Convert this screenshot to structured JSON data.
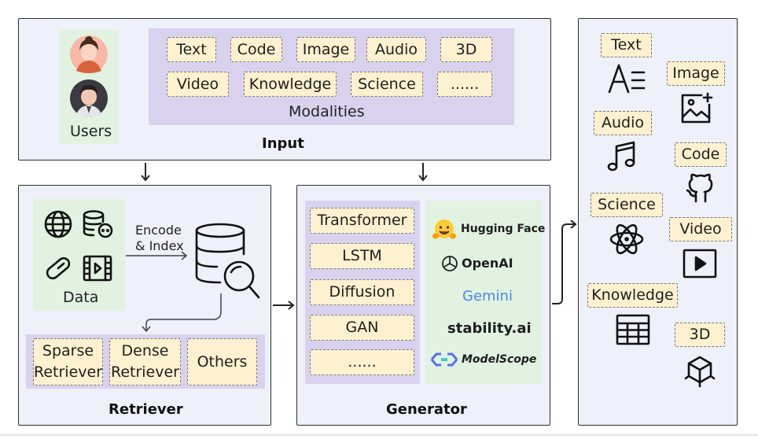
{
  "input": {
    "title": "Input",
    "users_label": "Users",
    "modalities_label": "Modalities",
    "modalities": [
      "Text",
      "Code",
      "Image",
      "Audio",
      "3D",
      "Video",
      "Knowledge",
      "Science",
      "......"
    ]
  },
  "retriever": {
    "title": "Retriever",
    "data_label": "Data",
    "encode_label": "Encode\n& Index",
    "retrievers": [
      "Sparse\nRetriever",
      "Dense\nRetriever",
      "Others"
    ]
  },
  "generator": {
    "title": "Generator",
    "models": [
      "Transformer",
      "LSTM",
      "Diffusion",
      "GAN",
      "......"
    ],
    "brands": [
      "Hugging Face",
      "OpenAI",
      "Gemini",
      "stability.ai",
      "ModelScope"
    ]
  },
  "output": {
    "items": [
      "Text",
      "Image",
      "Audio",
      "Code",
      "Science",
      "Video",
      "Knowledge",
      "3D"
    ],
    "icons": [
      "text-font-icon",
      "image-add-icon",
      "music-note-icon",
      "github-icon",
      "atom-icon",
      "play-icon",
      "table-icon",
      "cube-icon"
    ]
  },
  "colors": {
    "panel": "#eef0fa",
    "lavender": "#d8d2ef",
    "mint": "#e1f3e0",
    "chip": "#fdf1cf",
    "gemini": "#4f86ec"
  }
}
